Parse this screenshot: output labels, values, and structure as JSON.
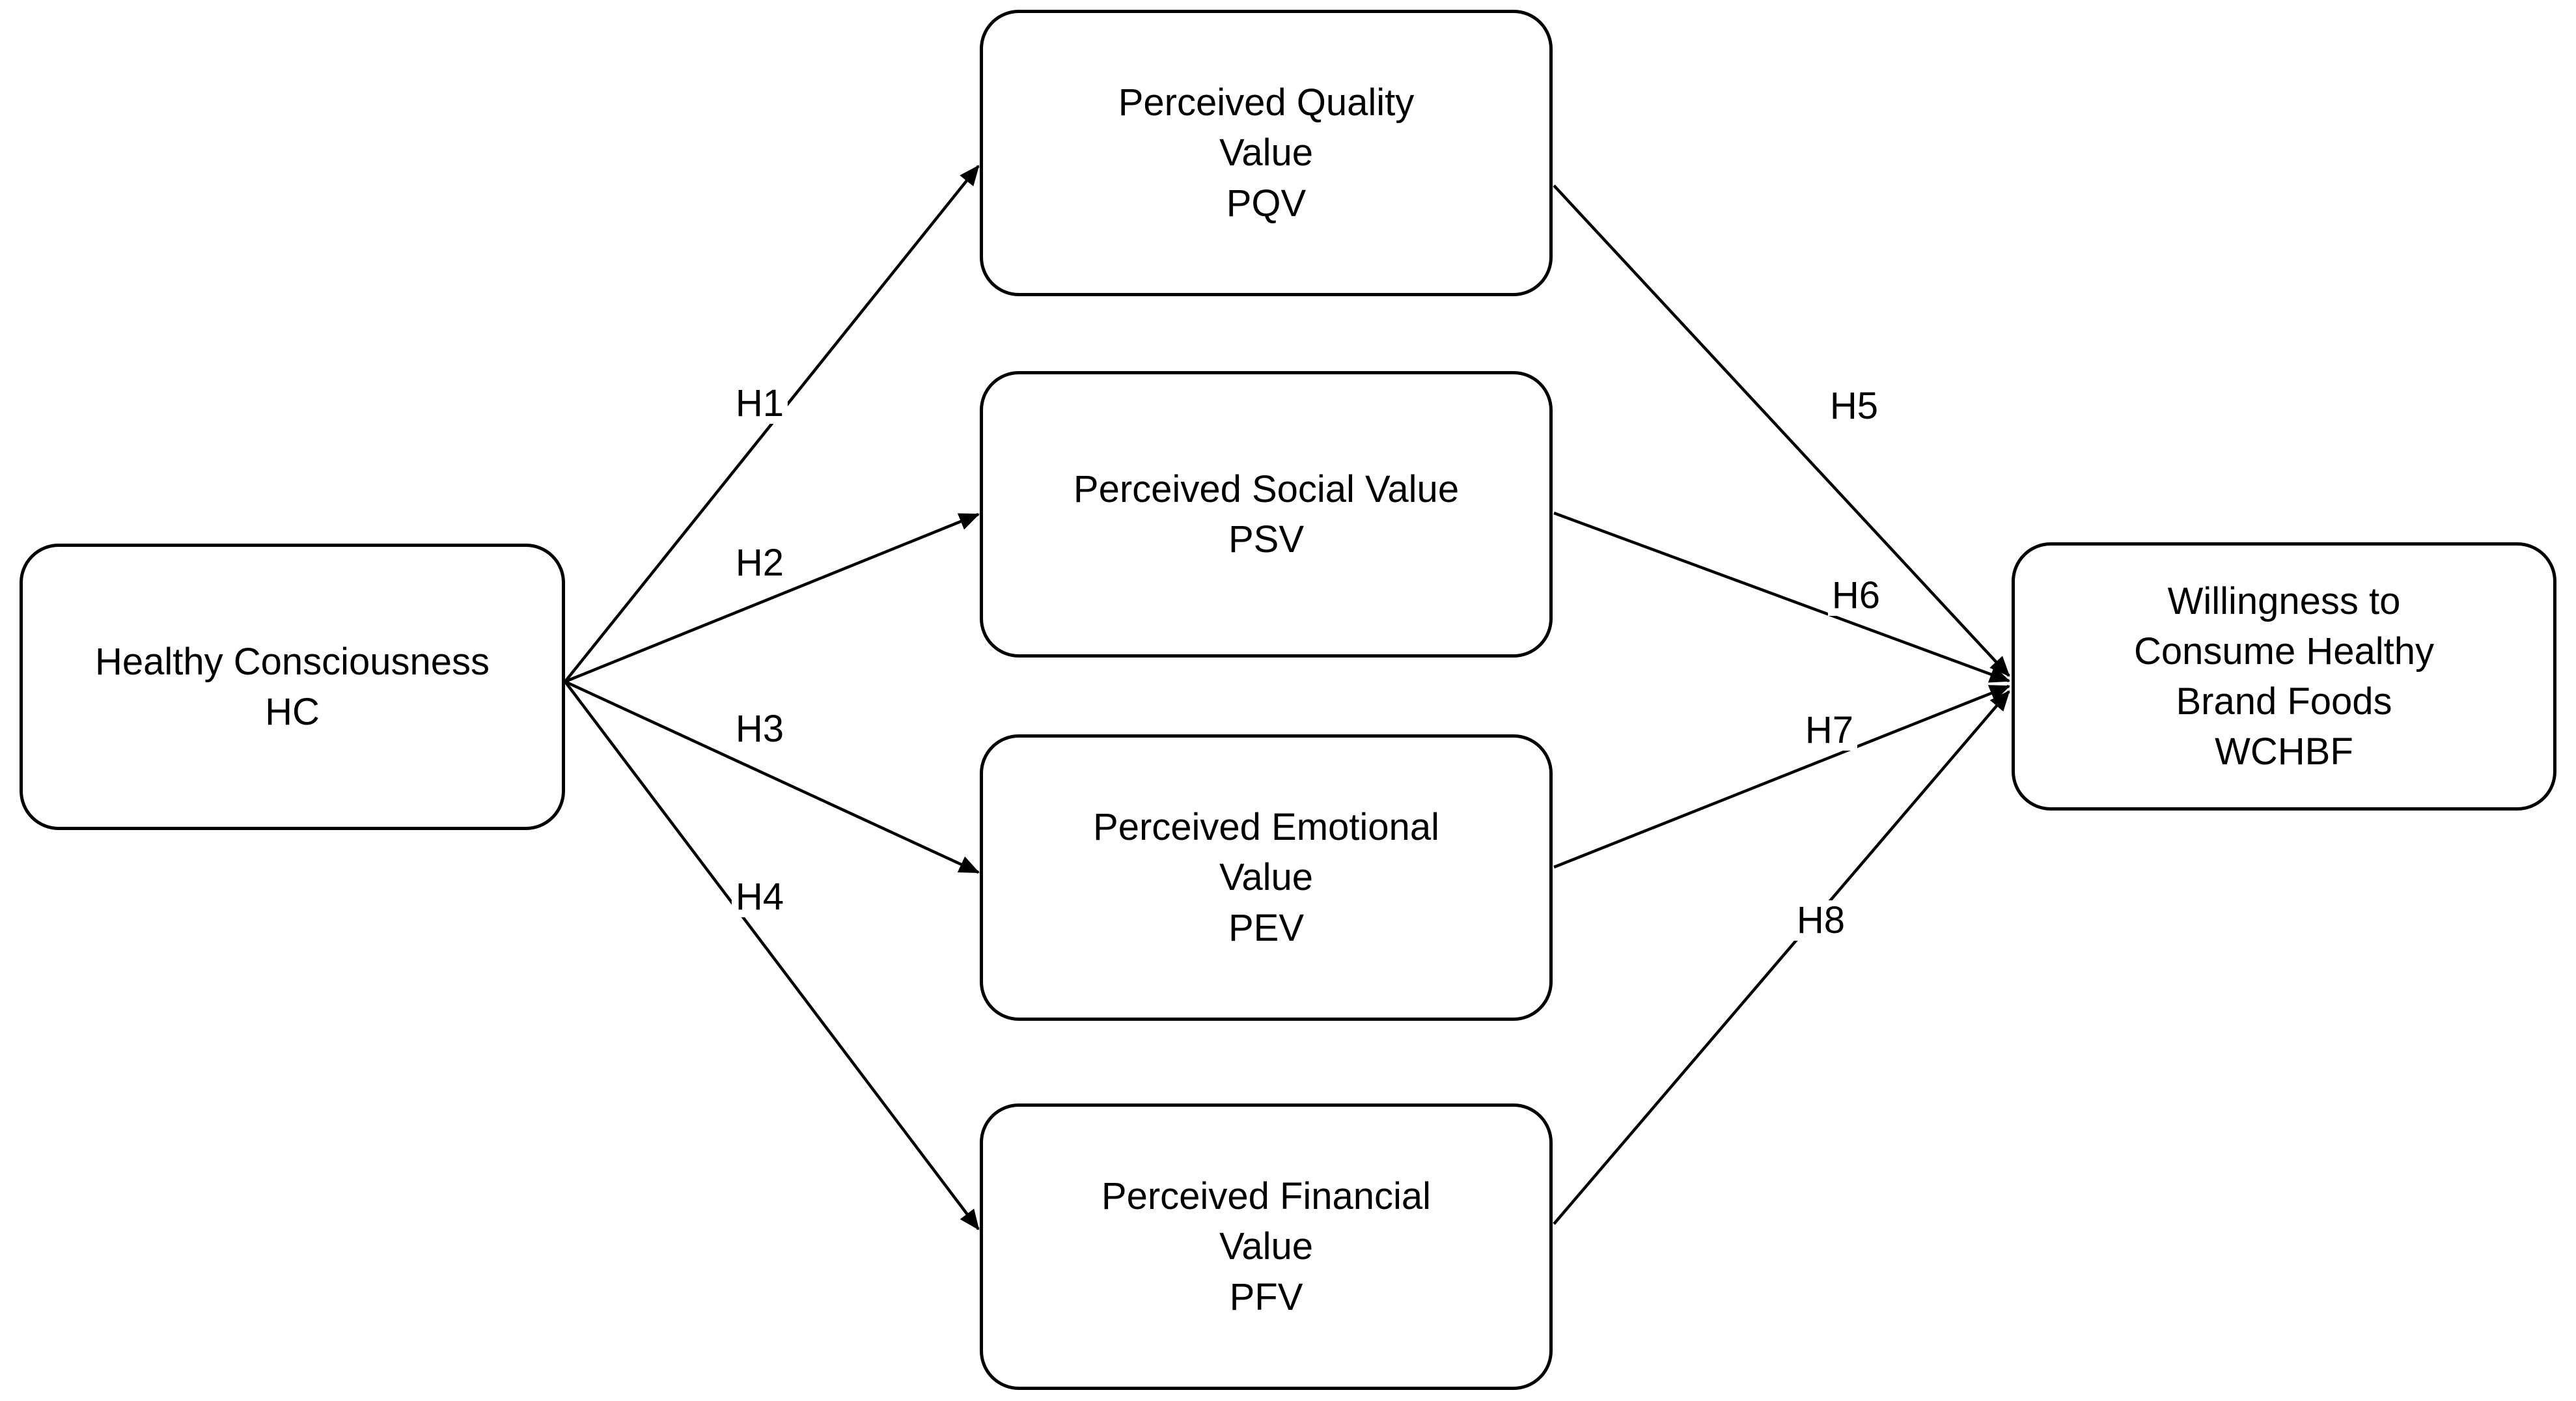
{
  "diagram": {
    "type": "path-model",
    "colors": {
      "background": "#ffffff",
      "node_fill": "#ffffff",
      "node_border": "#000000",
      "line": "#000000",
      "text": "#000000"
    },
    "nodes": {
      "hc": {
        "label": "Healthy Consciousness\nHC",
        "abbr": "HC"
      },
      "pqv": {
        "label": "Perceived Quality\nValue\nPQV",
        "abbr": "PQV"
      },
      "psv": {
        "label": "Perceived Social Value\nPSV",
        "abbr": "PSV"
      },
      "pev": {
        "label": "Perceived Emotional\nValue\nPEV",
        "abbr": "PEV"
      },
      "pfv": {
        "label": "Perceived Financial\nValue\nPFV",
        "abbr": "PFV"
      },
      "wchbf": {
        "label": "Willingness to\nConsume Healthy\nBrand Foods\nWCHBF",
        "abbr": "WCHBF"
      }
    },
    "edges": [
      {
        "label": "H1",
        "from": "HC",
        "to": "PQV"
      },
      {
        "label": "H2",
        "from": "HC",
        "to": "PSV"
      },
      {
        "label": "H3",
        "from": "HC",
        "to": "PEV"
      },
      {
        "label": "H4",
        "from": "HC",
        "to": "PFV"
      },
      {
        "label": "H5",
        "from": "PQV",
        "to": "WCHBF"
      },
      {
        "label": "H6",
        "from": "PSV",
        "to": "WCHBF"
      },
      {
        "label": "H7",
        "from": "PEV",
        "to": "WCHBF"
      },
      {
        "label": "H8",
        "from": "PFV",
        "to": "WCHBF"
      }
    ]
  }
}
